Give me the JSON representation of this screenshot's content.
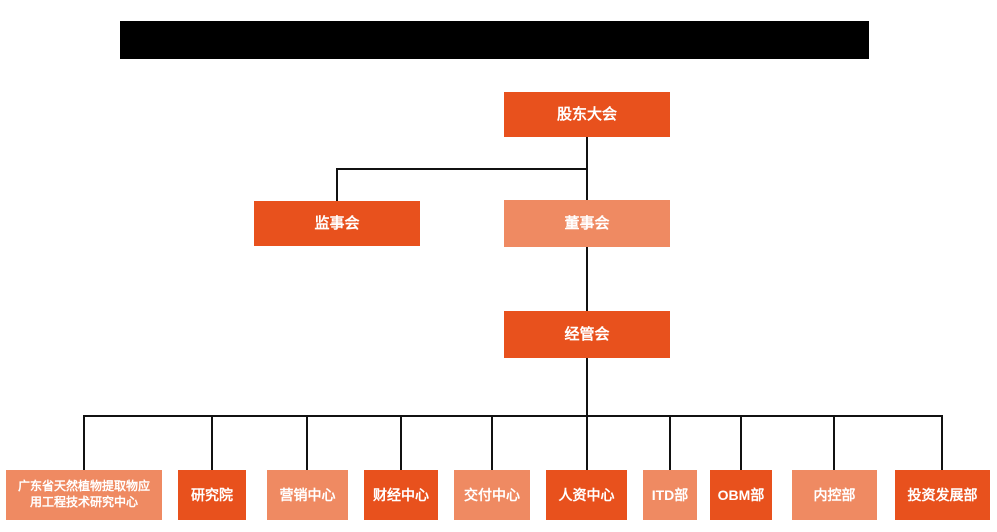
{
  "colors": {
    "dark_orange": "#E8511D",
    "light_orange": "#EF8A62",
    "line": "#111111",
    "text": "#FFFFFF",
    "redaction": "#000000"
  },
  "org": {
    "nodes": [
      {
        "id": "shareholders-meeting",
        "label": "股东大会",
        "variant": "dark"
      },
      {
        "id": "supervisory-board",
        "label": "监事会",
        "variant": "dark"
      },
      {
        "id": "board-of-directors",
        "label": "董事会",
        "variant": "light"
      },
      {
        "id": "management-committee",
        "label": "经管会",
        "variant": "dark"
      },
      {
        "id": "gd-research-center",
        "label": "广东省天然植物提取物应用工程技术研究中心",
        "variant": "light"
      },
      {
        "id": "research-institute",
        "label": "研究院",
        "variant": "dark"
      },
      {
        "id": "marketing-center",
        "label": "营销中心",
        "variant": "light"
      },
      {
        "id": "finance-center",
        "label": "财经中心",
        "variant": "dark"
      },
      {
        "id": "delivery-center",
        "label": "交付中心",
        "variant": "light"
      },
      {
        "id": "hr-center",
        "label": "人资中心",
        "variant": "dark"
      },
      {
        "id": "itd-dept",
        "label": "ITD部",
        "variant": "light"
      },
      {
        "id": "obm-dept",
        "label": "OBM部",
        "variant": "dark"
      },
      {
        "id": "internal-control-dept",
        "label": "内控部",
        "variant": "light"
      },
      {
        "id": "investment-dev-dept",
        "label": "投资发展部",
        "variant": "dark"
      }
    ],
    "structure": [
      {
        "parent": "shareholders-meeting",
        "children": [
          "supervisory-board",
          "board-of-directors"
        ]
      },
      {
        "parent": "board-of-directors",
        "children": [
          "management-committee"
        ]
      },
      {
        "parent": "management-committee",
        "children": [
          "gd-research-center",
          "research-institute",
          "marketing-center",
          "finance-center",
          "delivery-center",
          "hr-center",
          "itd-dept",
          "obm-dept",
          "internal-control-dept",
          "investment-dev-dept"
        ]
      }
    ]
  }
}
